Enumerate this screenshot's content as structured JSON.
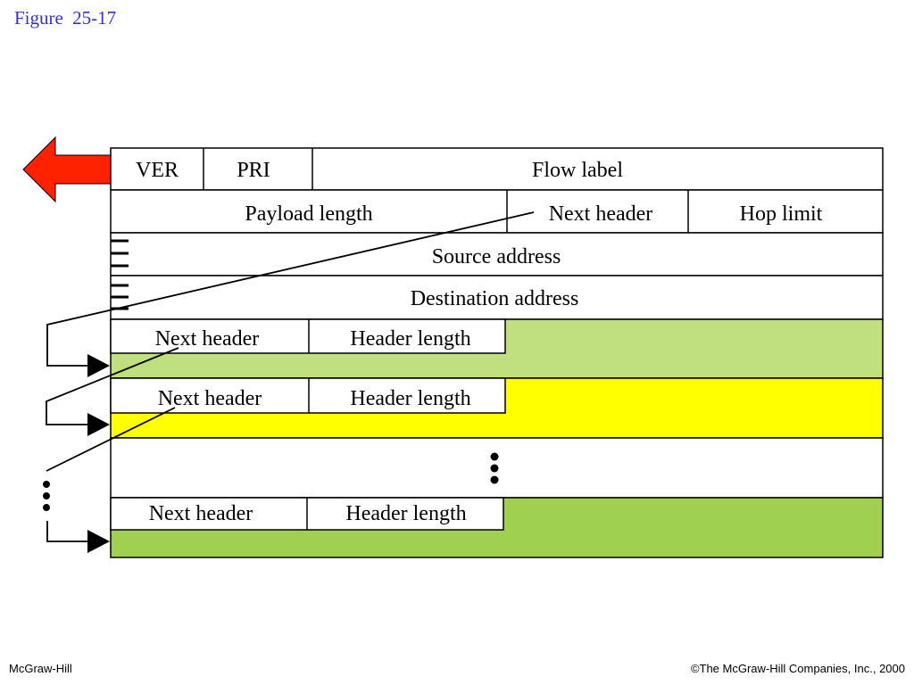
{
  "figure_title": "Figure  25-17",
  "header_fields": {
    "ver": "VER",
    "pri": "PRI",
    "flow_label": "Flow label",
    "payload_length": "Payload length",
    "next_header": "Next header",
    "hop_limit": "Hop limit",
    "source_address": "Source address",
    "destination_address": "Destination address"
  },
  "extension_headers": [
    {
      "next_header": "Next header",
      "header_length": "Header length",
      "color": "#c0e080"
    },
    {
      "next_header": "Next header",
      "header_length": "Header length",
      "color": "#ffff00"
    },
    {
      "next_header": "Next header",
      "header_length": "Header length",
      "color": "#a0d050"
    }
  ],
  "colors": {
    "arrow": "#ff2200",
    "figure_title": "#3333cc"
  },
  "footer": {
    "left": "McGraw-Hill",
    "right": "©The McGraw-Hill Companies, Inc., 2000"
  }
}
